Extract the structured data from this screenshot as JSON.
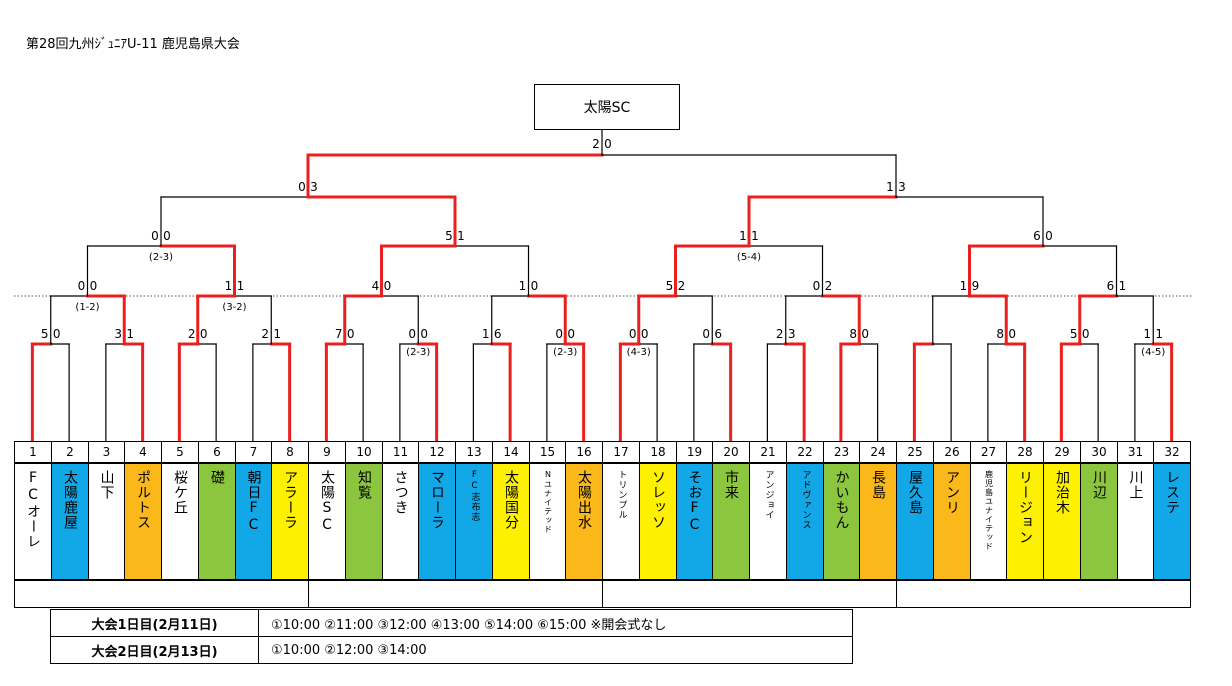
{
  "title": "第28回九州ｼﾞｭﾆｱU-11  鹿児島県大会",
  "champion": "太陽SC",
  "colors": {
    "win_line": "#e8211e",
    "blue": "#12a8e8",
    "orange": "#fbb81a",
    "green": "#8cc63f",
    "yellow": "#fdf001",
    "white": "#ffffff"
  },
  "teams": [
    {
      "no": "1",
      "name": "FCオーレ",
      "color": "white"
    },
    {
      "no": "2",
      "name": "太陽鹿屋",
      "color": "blue"
    },
    {
      "no": "3",
      "name": "山下",
      "color": "white"
    },
    {
      "no": "4",
      "name": "ポルトス",
      "color": "orange"
    },
    {
      "no": "5",
      "name": "桜ケ丘",
      "color": "white"
    },
    {
      "no": "6",
      "name": "礎",
      "color": "green"
    },
    {
      "no": "7",
      "name": "朝日FC",
      "color": "blue"
    },
    {
      "no": "8",
      "name": "アラーラ",
      "color": "yellow"
    },
    {
      "no": "9",
      "name": "太陽SC",
      "color": "white"
    },
    {
      "no": "10",
      "name": "知覧",
      "color": "green"
    },
    {
      "no": "11",
      "name": "さつき",
      "color": "white"
    },
    {
      "no": "12",
      "name": "マローラ",
      "color": "blue"
    },
    {
      "no": "13",
      "name": "FC志布志",
      "color": "blue",
      "size": "sm"
    },
    {
      "no": "14",
      "name": "太陽国分",
      "color": "yellow"
    },
    {
      "no": "15",
      "name": "Nユナイテッド",
      "color": "white",
      "size": "xs"
    },
    {
      "no": "16",
      "name": "太陽出水",
      "color": "orange"
    },
    {
      "no": "17",
      "name": "トリンプル",
      "color": "white",
      "size": "sm"
    },
    {
      "no": "18",
      "name": "ソレッソ",
      "color": "yellow"
    },
    {
      "no": "19",
      "name": "そおFC",
      "color": "blue"
    },
    {
      "no": "20",
      "name": "市来",
      "color": "green"
    },
    {
      "no": "21",
      "name": "アンジョイ",
      "color": "white",
      "size": "sm"
    },
    {
      "no": "22",
      "name": "アドヴァンス",
      "color": "blue",
      "size": "sm"
    },
    {
      "no": "23",
      "name": "かいもん",
      "color": "green"
    },
    {
      "no": "24",
      "name": "長島",
      "color": "orange"
    },
    {
      "no": "25",
      "name": "屋久島",
      "color": "blue"
    },
    {
      "no": "26",
      "name": "アンリ",
      "color": "orange"
    },
    {
      "no": "27",
      "name": "鹿児島ユナイテッド",
      "color": "white",
      "size": "xs"
    },
    {
      "no": "28",
      "name": "リージョン",
      "color": "yellow"
    },
    {
      "no": "29",
      "name": "加治木",
      "color": "yellow"
    },
    {
      "no": "30",
      "name": "川辺",
      "color": "green"
    },
    {
      "no": "31",
      "name": "川上",
      "color": "white"
    },
    {
      "no": "32",
      "name": "レステ",
      "color": "blue"
    }
  ],
  "rounds": [
    {
      "name": "round1",
      "matches": [
        {
          "score": [
            "5",
            "0"
          ],
          "winner": "left"
        },
        {
          "score": [
            "3",
            "1"
          ],
          "winner": "right"
        },
        {
          "score": [
            "2",
            "0"
          ],
          "winner": "left"
        },
        {
          "score": [
            "2",
            "1"
          ],
          "winner": "right"
        },
        {
          "score": [
            "7",
            "0"
          ],
          "winner": "left"
        },
        {
          "score": [
            "0",
            "0"
          ],
          "pk": "(2-3)",
          "winner": "right"
        },
        {
          "score": [
            "1",
            "6"
          ],
          "winner": "right"
        },
        {
          "score": [
            "0",
            "0"
          ],
          "pk": "(2-3)",
          "winner": "right"
        },
        {
          "score": [
            "0",
            "0"
          ],
          "pk": "(4-3)",
          "winner": "left"
        },
        {
          "score": [
            "0",
            "6"
          ],
          "winner": "right"
        },
        {
          "score": [
            "2",
            "3"
          ],
          "winner": "right"
        },
        {
          "score": [
            "8",
            "0"
          ],
          "winner": "left"
        },
        {
          "score": [
            "",
            ""
          ],
          "winner": "left"
        },
        {
          "score": [
            "8",
            "0"
          ],
          "winner": "right"
        },
        {
          "score": [
            "5",
            "0"
          ],
          "winner": "left"
        },
        {
          "score": [
            "1",
            "1"
          ],
          "pk": "(4-5)",
          "winner": "right"
        }
      ]
    },
    {
      "name": "round2",
      "matches": [
        {
          "score": [
            "0",
            "0"
          ],
          "pk": "(1-2)",
          "winner": "right"
        },
        {
          "score": [
            "1",
            "1"
          ],
          "pk": "(3-2)",
          "winner": "left"
        },
        {
          "score": [
            "4",
            "0"
          ],
          "winner": "left"
        },
        {
          "score": [
            "1",
            "0"
          ],
          "winner": "right"
        },
        {
          "score": [
            "5",
            "2"
          ],
          "winner": "left"
        },
        {
          "score": [
            "0",
            "2"
          ],
          "winner": "right"
        },
        {
          "score": [
            "1",
            "9"
          ],
          "winner": "right"
        },
        {
          "score": [
            "6",
            "1"
          ],
          "winner": "left"
        }
      ]
    },
    {
      "name": "round3",
      "matches": [
        {
          "score": [
            "0",
            "0"
          ],
          "pk": "(2-3)",
          "winner": "right"
        },
        {
          "score": [
            "5",
            "1"
          ],
          "winner": "left"
        },
        {
          "score": [
            "1",
            "1"
          ],
          "pk": "(5-4)",
          "winner": "left"
        },
        {
          "score": [
            "6",
            "0"
          ],
          "winner": "left"
        }
      ]
    },
    {
      "name": "semifinal",
      "matches": [
        {
          "score": [
            "0",
            "3"
          ],
          "winner": "right"
        },
        {
          "score": [
            "1",
            "3"
          ],
          "winner": "left"
        }
      ]
    },
    {
      "name": "final",
      "matches": [
        {
          "score": [
            "2",
            "0"
          ],
          "winner": "left"
        }
      ]
    }
  ],
  "schedule": [
    {
      "label": "大会1日目(2月11日)",
      "times": "①10:00  ②11:00  ③12:00  ④13:00  ⑤14:00  ⑥15:00  ※開会式なし"
    },
    {
      "label": "大会2日目(2月13日)",
      "times": "①10:00  ②12:00  ③14:00"
    }
  ]
}
